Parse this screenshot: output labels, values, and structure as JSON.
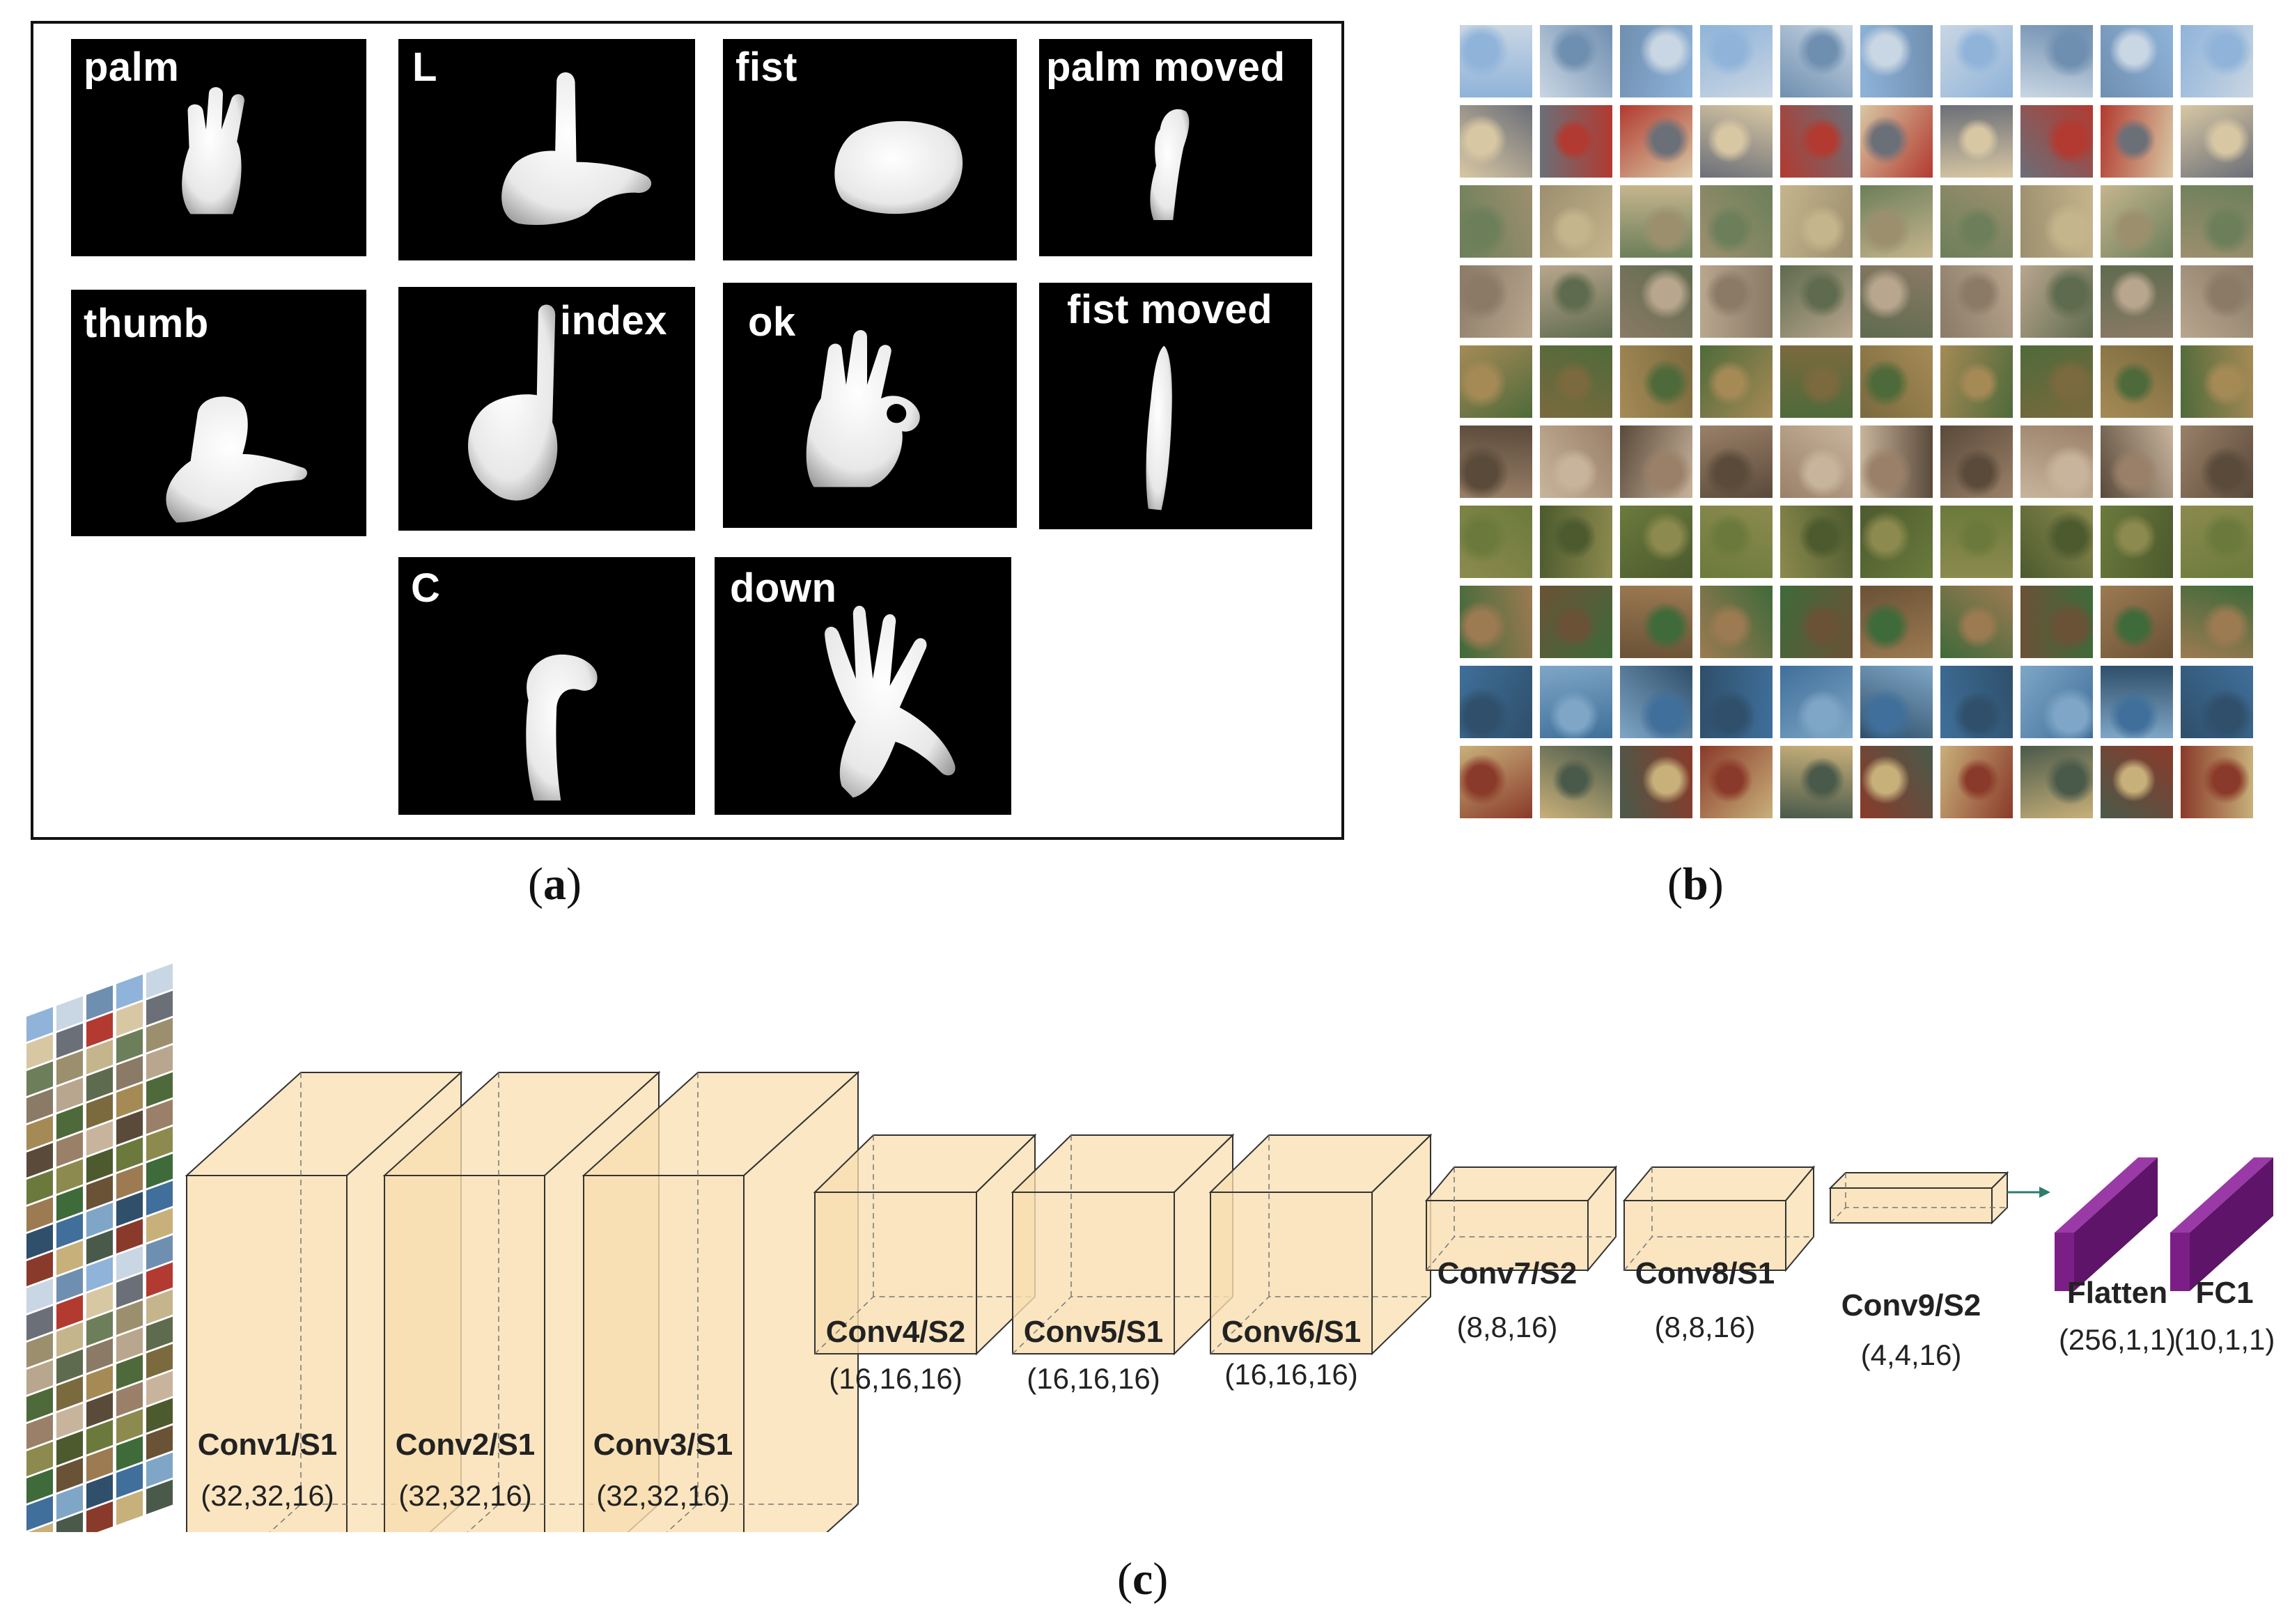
{
  "panel_a": {
    "caption": "a",
    "gestures": [
      {
        "label": "palm"
      },
      {
        "label": "L"
      },
      {
        "label": "fist"
      },
      {
        "label": "palm moved"
      },
      {
        "label": "thumb"
      },
      {
        "label": "index"
      },
      {
        "label": "ok"
      },
      {
        "label": "fist moved"
      },
      {
        "label": "C"
      },
      {
        "label": "down"
      }
    ]
  },
  "panel_b": {
    "caption": "b",
    "rows": 10,
    "cols": 10,
    "row_palettes": [
      [
        "#8fb3d9",
        "#c9d6e3",
        "#6f8fb0"
      ],
      [
        "#b23a30",
        "#d8c7a3",
        "#6b6f78"
      ],
      [
        "#9c8f6e",
        "#c5b58d",
        "#6c7f5a"
      ],
      [
        "#8a7a66",
        "#b8a68e",
        "#5f6b4e"
      ],
      [
        "#7a6a3e",
        "#a58a56",
        "#4f6a3a"
      ],
      [
        "#9a8068",
        "#c8b49c",
        "#5a4a3a"
      ],
      [
        "#6b7a3c",
        "#8c8a4e",
        "#4c5a2e"
      ],
      [
        "#6a5236",
        "#9c7a52",
        "#3f6a3a"
      ],
      [
        "#3f6f9a",
        "#7fa6c6",
        "#2f4f6a"
      ],
      [
        "#8a3a2a",
        "#c8b07a",
        "#4a5a4a"
      ]
    ]
  },
  "panel_c": {
    "caption": "c",
    "layers": [
      {
        "name": "Conv1/S1",
        "shape": "(32,32,16)"
      },
      {
        "name": "Conv2/S1",
        "shape": "(32,32,16)"
      },
      {
        "name": "Conv3/S1",
        "shape": "(32,32,16)"
      },
      {
        "name": "Conv4/S2",
        "shape": "(16,16,16)"
      },
      {
        "name": "Conv5/S1",
        "shape": "(16,16,16)"
      },
      {
        "name": "Conv6/S1",
        "shape": "(16,16,16)"
      },
      {
        "name": "Conv7/S2",
        "shape": "(8,8,16)"
      },
      {
        "name": "Conv8/S1",
        "shape": "(8,8,16)"
      },
      {
        "name": "Conv9/S2",
        "shape": "(4,4,16)"
      },
      {
        "name": "Flatten",
        "shape": "(256,1,1)"
      },
      {
        "name": "FC1",
        "shape": "(10,1,1)"
      }
    ],
    "colors": {
      "block_fill": "#f9dfb0",
      "block_edge": "#333333",
      "fc_color": "#7b1f86",
      "arrow": "#2e7d6b"
    }
  }
}
